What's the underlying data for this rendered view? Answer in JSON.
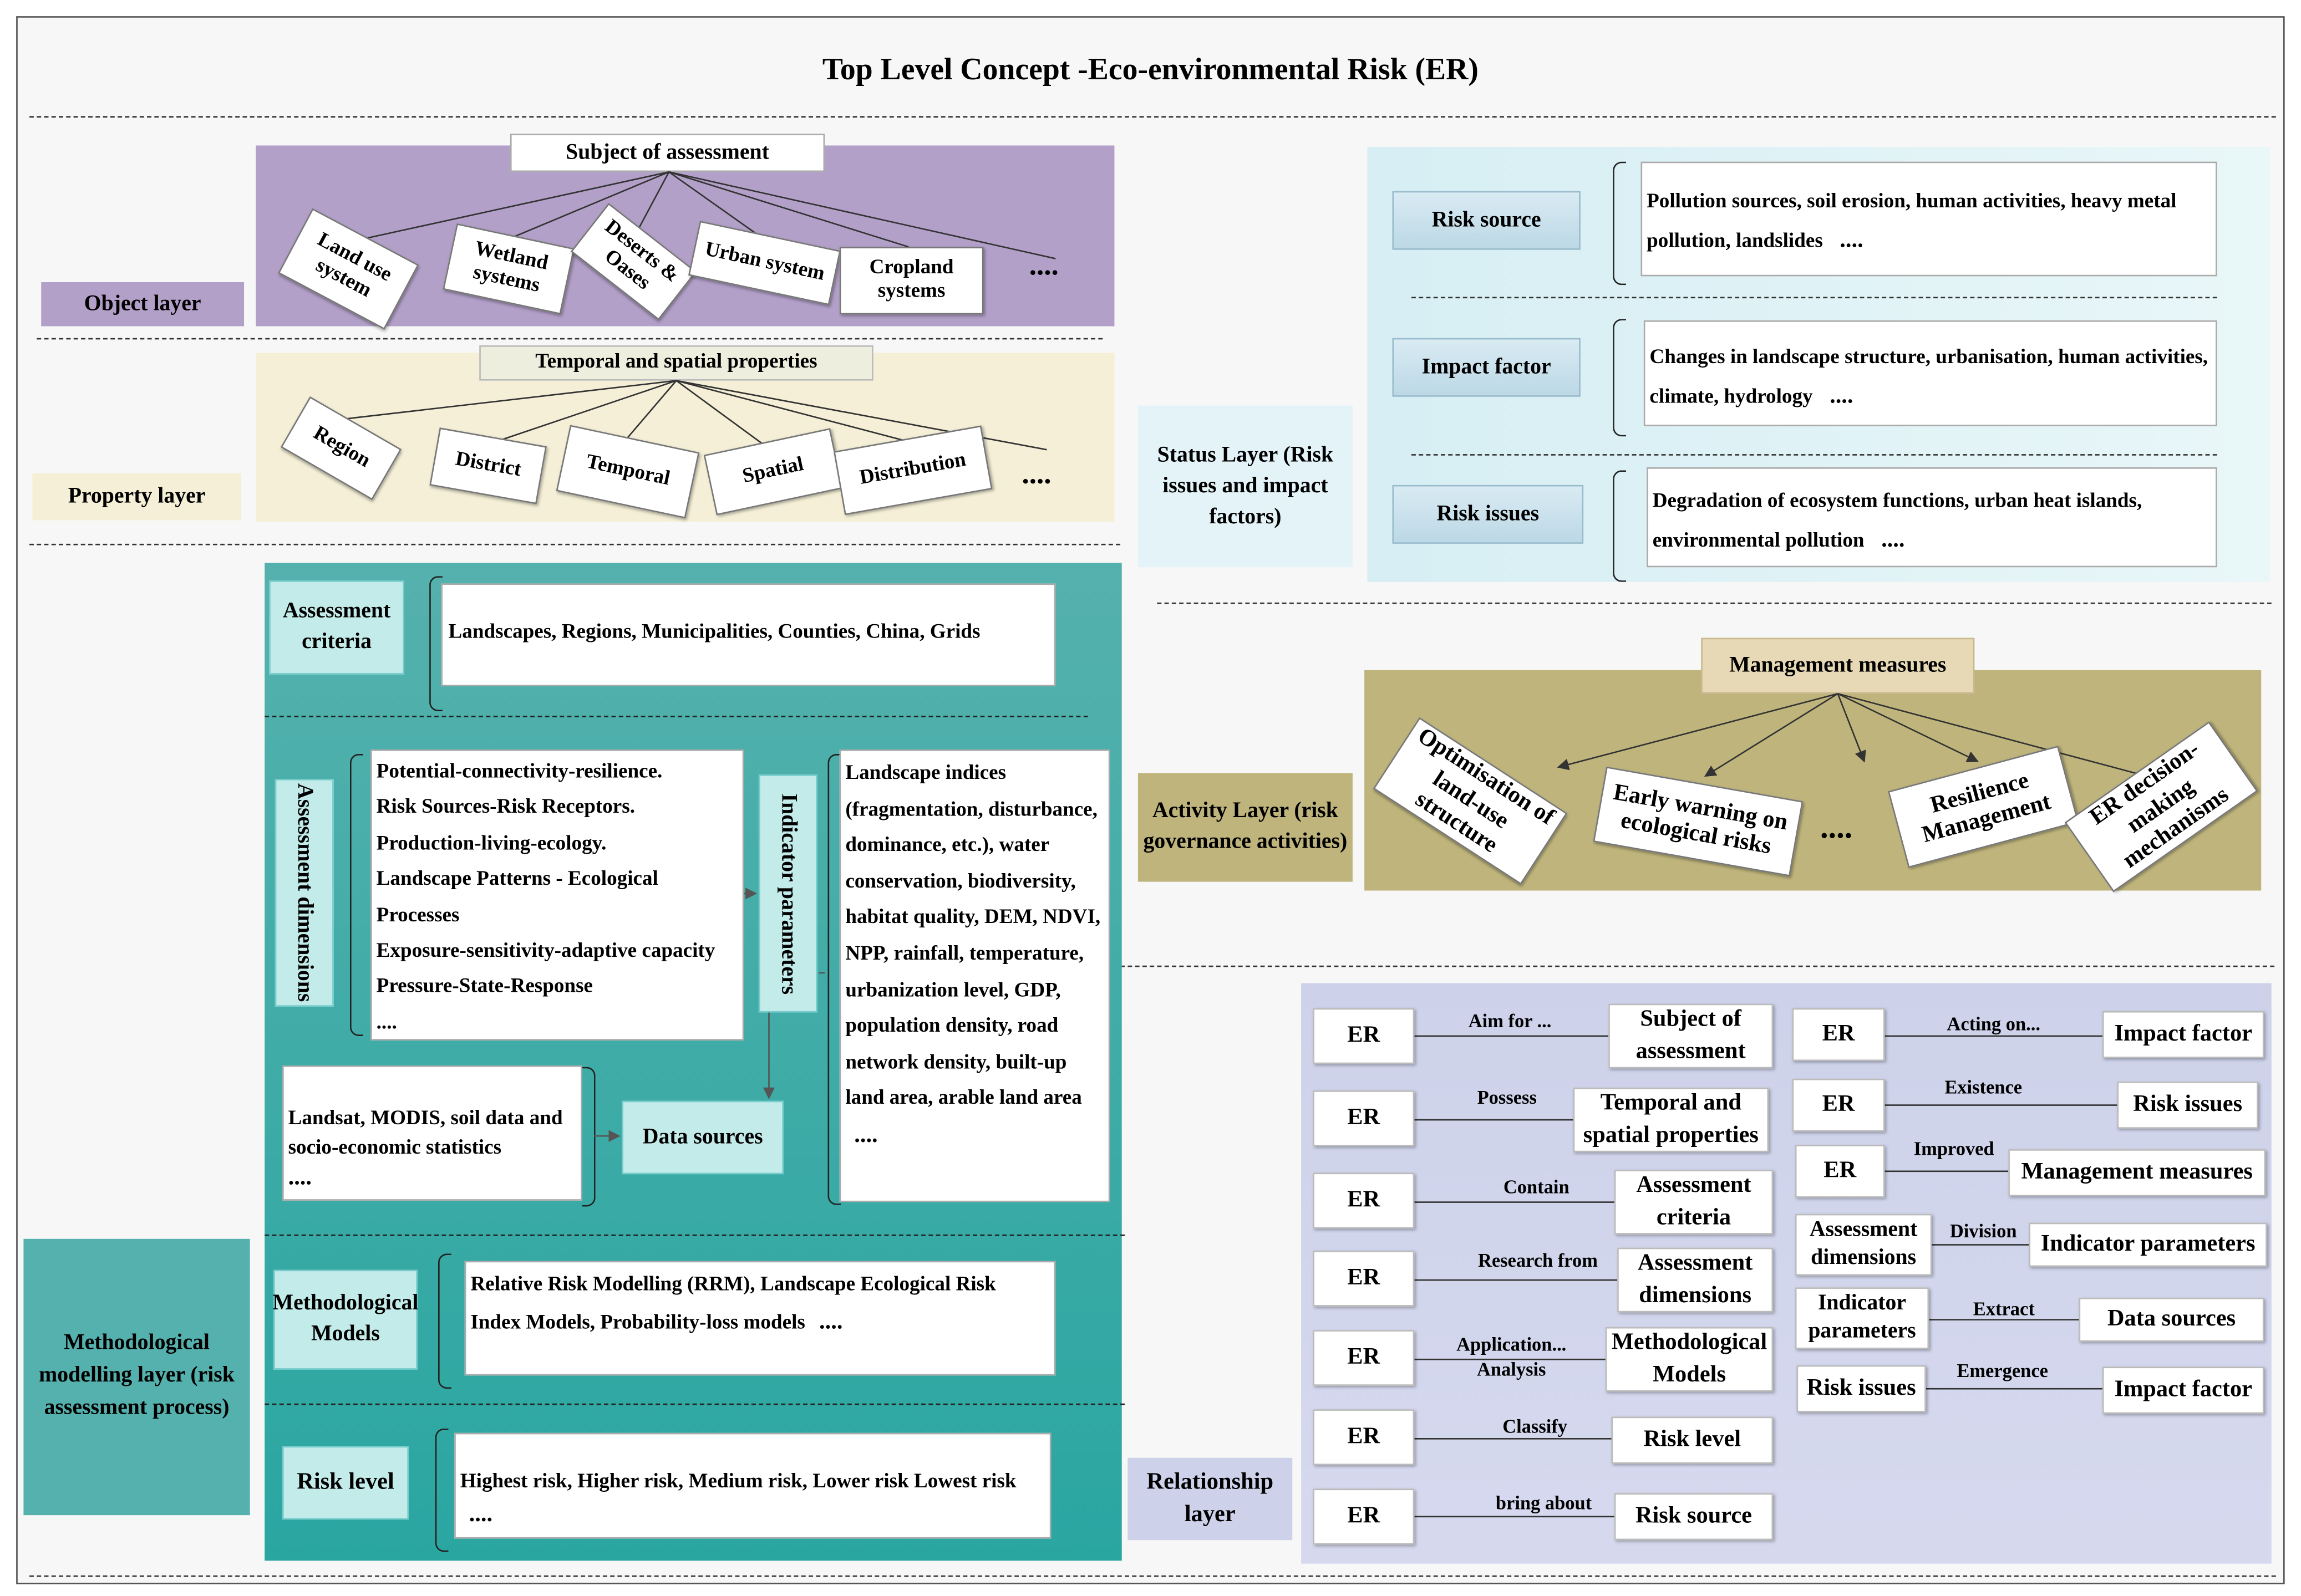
{
  "title": "Top Level Concept -Eco-environmental Risk (ER)",
  "object_layer": {
    "layer_label": "Object layer",
    "header": "Subject of assessment",
    "items": [
      "Land use system",
      "Wetland systems",
      "Deserts & Oases",
      "Urban system",
      "Cropland systems",
      "...."
    ]
  },
  "property_layer": {
    "layer_label": "Property layer",
    "header": "Temporal and spatial properties",
    "items": [
      "Region",
      "District",
      "Temporal",
      "Spatial",
      "Distribution",
      "...."
    ]
  },
  "methodological_layer": {
    "layer_label": "Methodological modelling layer (risk assessment process)",
    "assessment_criteria": {
      "label": "Assessment criteria",
      "text": "Landscapes, Regions, Municipalities, Counties, China, Grids"
    },
    "assessment_dimensions": {
      "label": "Assessment dimensions",
      "items": [
        "Potential-connectivity-resilience.",
        "Risk Sources-Risk Receptors.",
        "Production-living-ecology.",
        "Landscape Patterns - Ecological Processes",
        "Exposure-sensitivity-adaptive capacity",
        "Pressure-State-Response",
        "...."
      ]
    },
    "indicator_parameters": {
      "label": "Indicator parameters",
      "text": "Landscape indices (fragmentation, disturbance, dominance, etc.), water conservation, biodiversity, habitat quality, DEM, NDVI, NPP, rainfall, temperature, urbanization level, GDP, population density, road network density, built-up land area, arable land area",
      "ellipsis": "...."
    },
    "data_sources": {
      "label": "Data sources",
      "text": "Landsat, MODIS, soil data and socio-economic statistics",
      "ellipsis": "...."
    },
    "methodological_models": {
      "label": "Methodological Models",
      "text": "Relative Risk Modelling (RRM), Landscape Ecological Risk Index Models, Probability-loss models",
      "ellipsis": "...."
    },
    "risk_level": {
      "label": "Risk level",
      "text": "Highest risk, Higher risk, Medium risk, Lower risk Lowest risk",
      "ellipsis": "...."
    }
  },
  "status_layer": {
    "layer_label": "Status Layer (Risk issues and impact factors)",
    "rows": [
      {
        "label": "Risk source",
        "text": "Pollution sources, soil erosion, human activities, heavy metal pollution, landslides",
        "ellipsis": "...."
      },
      {
        "label": "Impact factor",
        "text": "Changes in landscape structure, urbanisation, human activities, climate, hydrology",
        "ellipsis": "...."
      },
      {
        "label": "Risk issues",
        "text": "Degradation of ecosystem functions, urban heat islands, environmental pollution",
        "ellipsis": "...."
      }
    ]
  },
  "activity_layer": {
    "layer_label": "Activity Layer (risk governance activities)",
    "header": "Management measures",
    "items": [
      "Optimisation of land-use structure",
      "Early warning on ecological risks",
      "....",
      "Resilience Management",
      "ER decision-making mechanisms"
    ]
  },
  "relationship_layer": {
    "layer_label": "Relationship layer",
    "left": [
      {
        "from": "ER",
        "relation": "Aim for ...",
        "to": "Subject of assessment"
      },
      {
        "from": "ER",
        "relation": "Possess",
        "to": "Temporal and spatial properties"
      },
      {
        "from": "ER",
        "relation": "Contain",
        "to": "Assessment criteria"
      },
      {
        "from": "ER",
        "relation": "Research from",
        "to": "Assessment dimensions"
      },
      {
        "from": "ER",
        "relation": "Application... Analysis",
        "to": "Methodological Models"
      },
      {
        "from": "ER",
        "relation": "Classify",
        "to": "Risk level"
      },
      {
        "from": "ER",
        "relation": "bring about",
        "to": "Risk source"
      }
    ],
    "right": [
      {
        "from": "ER",
        "relation": "Acting on...",
        "to": "Impact factor"
      },
      {
        "from": "ER",
        "relation": "Existence",
        "to": "Risk issues"
      },
      {
        "from": "ER",
        "relation": "Improved",
        "to": "Management measures"
      },
      {
        "from": "Assessment dimensions",
        "relation": "Division",
        "to": "Indicator parameters"
      },
      {
        "from": "Indicator parameters",
        "relation": "Extract",
        "to": "Data sources"
      },
      {
        "from": "Risk issues",
        "relation": "Emergence",
        "to": "Impact factor"
      }
    ]
  },
  "colors": {
    "object_bg": "#b3a0c9",
    "property_bg": "#f4efd6",
    "method_bg": "#3aa9a5",
    "status_bg": "#e3f3f7",
    "activity_bg": "#bfb57c",
    "relationship_bg": "#cdd2ea"
  }
}
